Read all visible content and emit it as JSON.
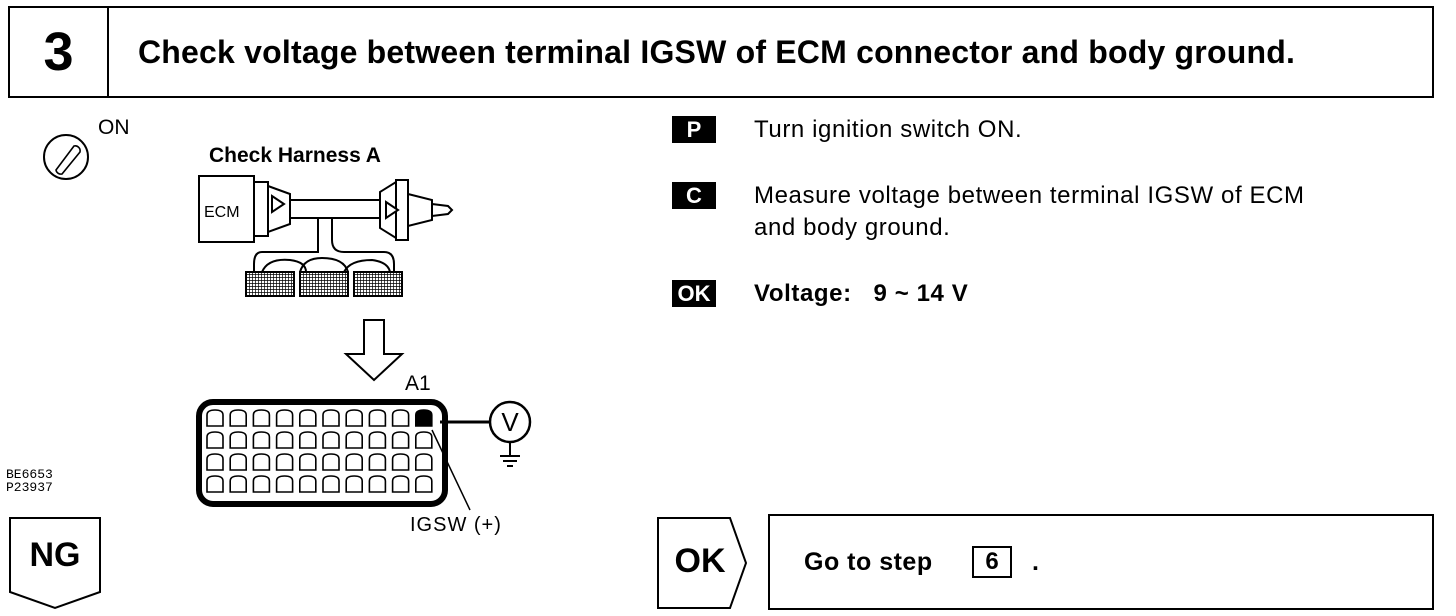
{
  "header": {
    "step_number": "3",
    "title": "Check voltage between terminal IGSW of ECM connector and body ground."
  },
  "diagram": {
    "ignition_label": "ON",
    "harness_label": "Check Harness A",
    "ecm_label": "ECM",
    "connector_label": "A1",
    "terminal_label": "IGSW (+)",
    "meter_symbol": "V",
    "figure_codes": [
      "BE6653",
      "P23937"
    ]
  },
  "instructions": [
    {
      "badge": "P",
      "text": "Turn ignition switch ON."
    },
    {
      "badge": "C",
      "lines": [
        "Measure voltage between terminal IGSW of ECM",
        "and body ground."
      ]
    },
    {
      "badge": "OK",
      "text": "Voltage:   9 ~ 14 V"
    }
  ],
  "result_ng": {
    "label": "NG"
  },
  "result_ok": {
    "label": "OK",
    "action_text": "Go to step",
    "step_ref": "6",
    "trailing": "."
  }
}
